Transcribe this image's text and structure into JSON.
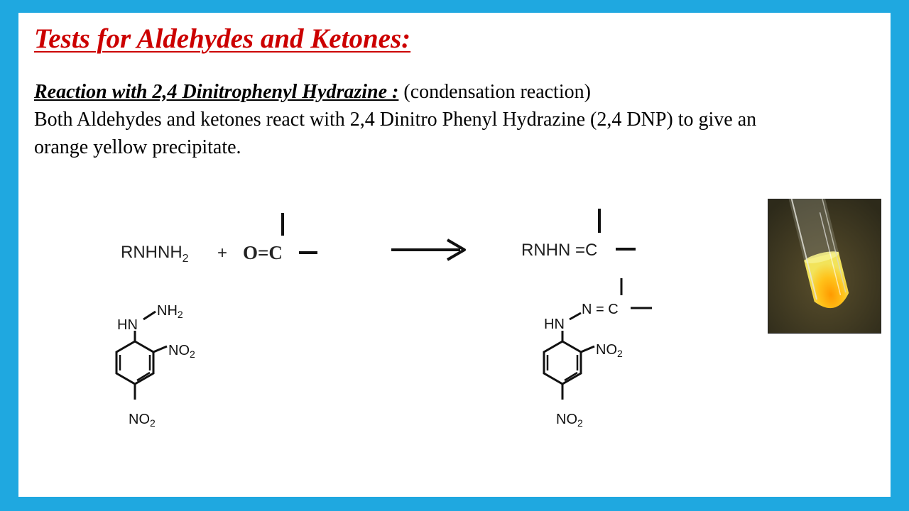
{
  "slide": {
    "title": "Tests for Aldehydes and Ketones:",
    "heading": {
      "label": "Reaction with 2,4 Dinitrophenyl Hydrazine :",
      "note": "(condensation reaction)"
    },
    "description_lines": [
      "Both Aldehydes and ketones react with 2,4 Dinitro Phenyl Hydrazine (2,4 DNP) to give an",
      "orange yellow precipitate."
    ]
  },
  "scheme": {
    "reactant1_main": "RNHNH",
    "reactant1_sub": "2",
    "plus": "+",
    "carbonyl": "O=C",
    "product_main": "RNHN =C",
    "dnph": {
      "hn": "HN",
      "nh2_main": "NH",
      "nh2_sub": "2",
      "no2_main": "NO",
      "no2_sub": "2"
    },
    "product_struct": {
      "n_eq_c": "N = C",
      "hn": "HN",
      "no2_main": "NO",
      "no2_sub": "2"
    }
  },
  "photo": {
    "subject": "test tube with orange-yellow precipitate",
    "colors": {
      "precipitate": "#ffb000",
      "background": "#3a3520"
    }
  }
}
